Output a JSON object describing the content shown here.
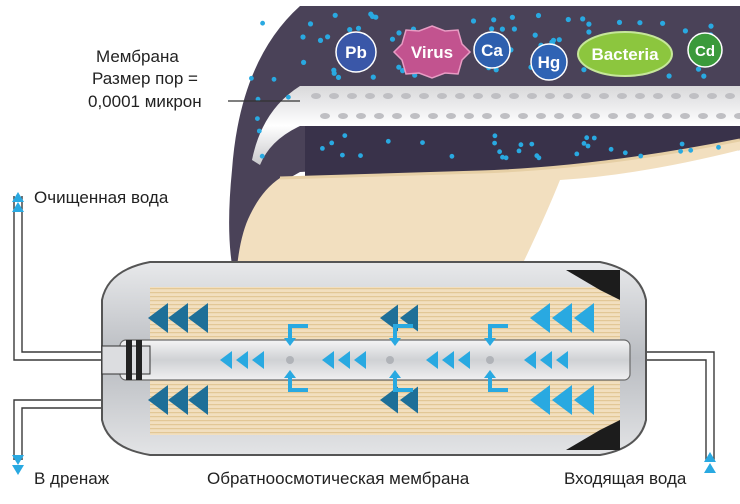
{
  "labels": {
    "membrane_line1": "Мембрана",
    "membrane_line2": "Размер пор =",
    "membrane_line3": "0,0001 микрон",
    "purified_water": "Очищенная вода",
    "drain": "В дренаж",
    "ro_membrane": "Обратноосмотическая мембрана",
    "incoming_water": "Входящая вода"
  },
  "contaminants": [
    {
      "label": "Pb",
      "color": "#3a57a8"
    },
    {
      "label": "Virus",
      "color": "#c2538f"
    },
    {
      "label": "Ca",
      "color": "#2e5fae"
    },
    {
      "label": "Hg",
      "color": "#2f63b4"
    },
    {
      "label": "Bacteria",
      "color": "#8cc63e"
    },
    {
      "label": "Cd",
      "color": "#3b9a3b"
    }
  ],
  "colors": {
    "dark_water": "#4a4258",
    "dot": "#29a9e1",
    "membrane_sheet": "#f2dfbf",
    "arrow_blue": "#29a9e1",
    "arrow_dark": "#1e6f98",
    "housing": "#c9cbcf"
  }
}
